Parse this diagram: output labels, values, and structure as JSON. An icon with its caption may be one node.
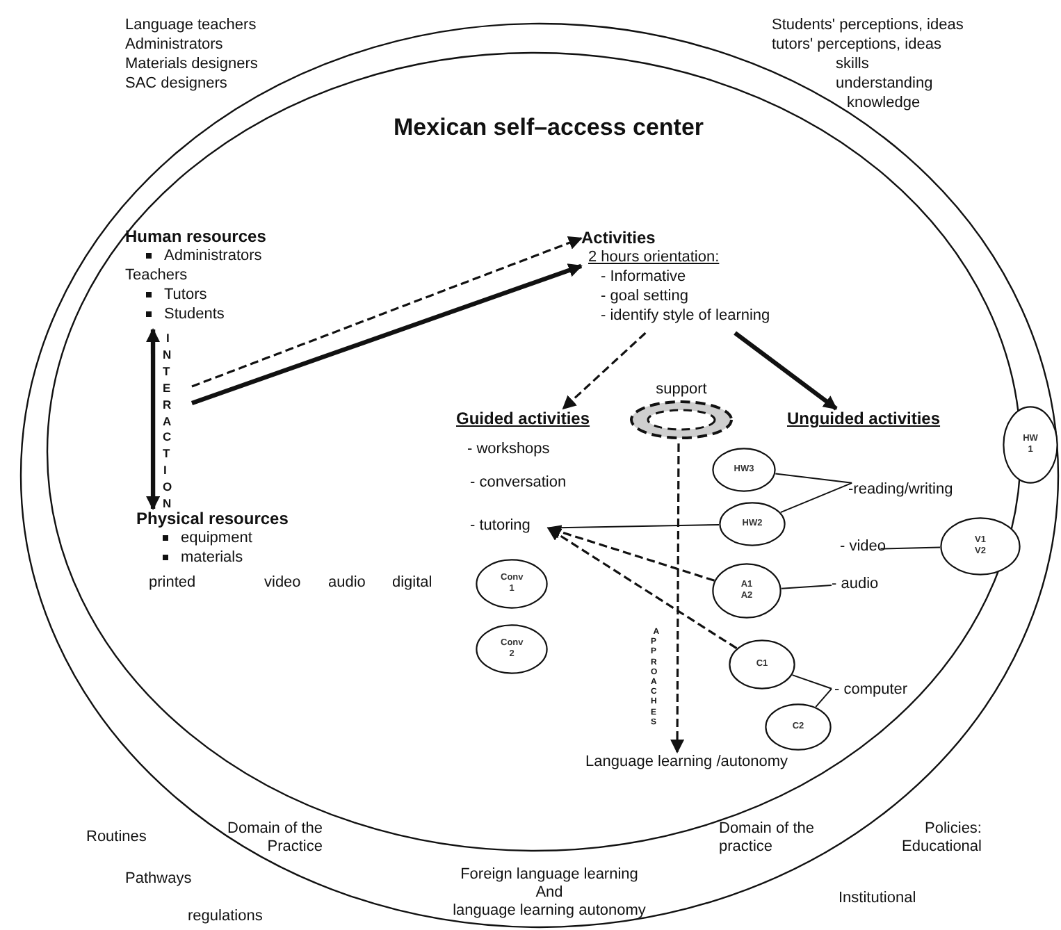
{
  "diagram": {
    "title": "Mexican self–access center",
    "nodes": [
      {
        "text": [
          "Human resources",
          "Administrators",
          "Teachers",
          "Tutors",
          "Students"
        ]
      },
      {
        "text": [
          "Activities",
          "2 hours orientation:",
          "- Informative",
          "- goal setting",
          "- identify style of learning"
        ]
      },
      {
        "text": [
          "support"
        ]
      },
      {
        "text": [
          "Guided activities",
          "- workshops",
          "- conversation"
        ]
      },
      {
        "text": [
          "Unguided activities"
        ]
      },
      {
        "text": [
          "HW 1"
        ]
      },
      {
        "text": [
          "HW3"
        ]
      },
      {
        "text": [
          "-reading/writing"
        ]
      },
      {
        "text": [
          "HW2"
        ]
      },
      {
        "text": [
          "- tutoring"
        ]
      },
      {
        "text": [
          "- video"
        ]
      },
      {
        "text": [
          "V1 V2"
        ]
      },
      {
        "text": [
          "Physical resources",
          "equipment",
          "materials"
        ]
      },
      {
        "text": [
          "Conv 1"
        ]
      },
      {
        "text": [
          "A1 A2"
        ]
      },
      {
        "text": [
          "- audio"
        ]
      },
      {
        "text": [
          "Conv 2"
        ]
      },
      {
        "text": [
          "C1"
        ]
      },
      {
        "text": [
          "- computer"
        ]
      },
      {
        "text": [
          "C2"
        ]
      },
      {
        "text": [
          "Language learning /autonomy"
        ]
      }
    ],
    "edges": [
      {
        "from": 0,
        "to": 12,
        "arrow": "both",
        "label": "INTERACTION",
        "style": "thick"
      },
      {
        "from": null,
        "to": 1,
        "arrow": "to",
        "style": "dashed"
      },
      {
        "from": null,
        "to": 1,
        "arrow": "to",
        "style": "thick"
      },
      {
        "from": 1,
        "to": 3,
        "arrow": "to",
        "style": "dashed"
      },
      {
        "from": 1,
        "to": 4,
        "arrow": "to",
        "style": "thick"
      },
      {
        "from": 2,
        "to": 20,
        "arrow": "to",
        "style": "dashed",
        "label": "APPROACHES"
      },
      {
        "from": 6,
        "to": 7,
        "arrow": "none"
      },
      {
        "from": 8,
        "to": 7,
        "arrow": "none"
      },
      {
        "from": 9,
        "to": 8,
        "arrow": "none"
      },
      {
        "from": 14,
        "to": 9,
        "arrow": "to",
        "style": "dashed"
      },
      {
        "from": 17,
        "to": 9,
        "arrow": "to",
        "style": "dashed"
      },
      {
        "from": 10,
        "to": 11,
        "arrow": "none"
      },
      {
        "from": 14,
        "to": 15,
        "arrow": "none"
      },
      {
        "from": 17,
        "to": 18,
        "arrow": "none"
      },
      {
        "from": 19,
        "to": 18,
        "arrow": "none"
      }
    ],
    "labels": [
      "Language teachers",
      "Administrators",
      "Materials designers",
      "SAC designers",
      "Students' perceptions, ideas",
      "tutors' perceptions, ideas",
      "skills",
      "understanding",
      "knowledge",
      "printed",
      "video",
      "audio",
      "digital",
      "Routines",
      "Domain of the Practice",
      "Pathways",
      "regulations",
      "Foreign language learning",
      "And",
      "language learning autonomy",
      "Domain of the practice",
      "Policies: Educational",
      "Institutional"
    ]
  }
}
